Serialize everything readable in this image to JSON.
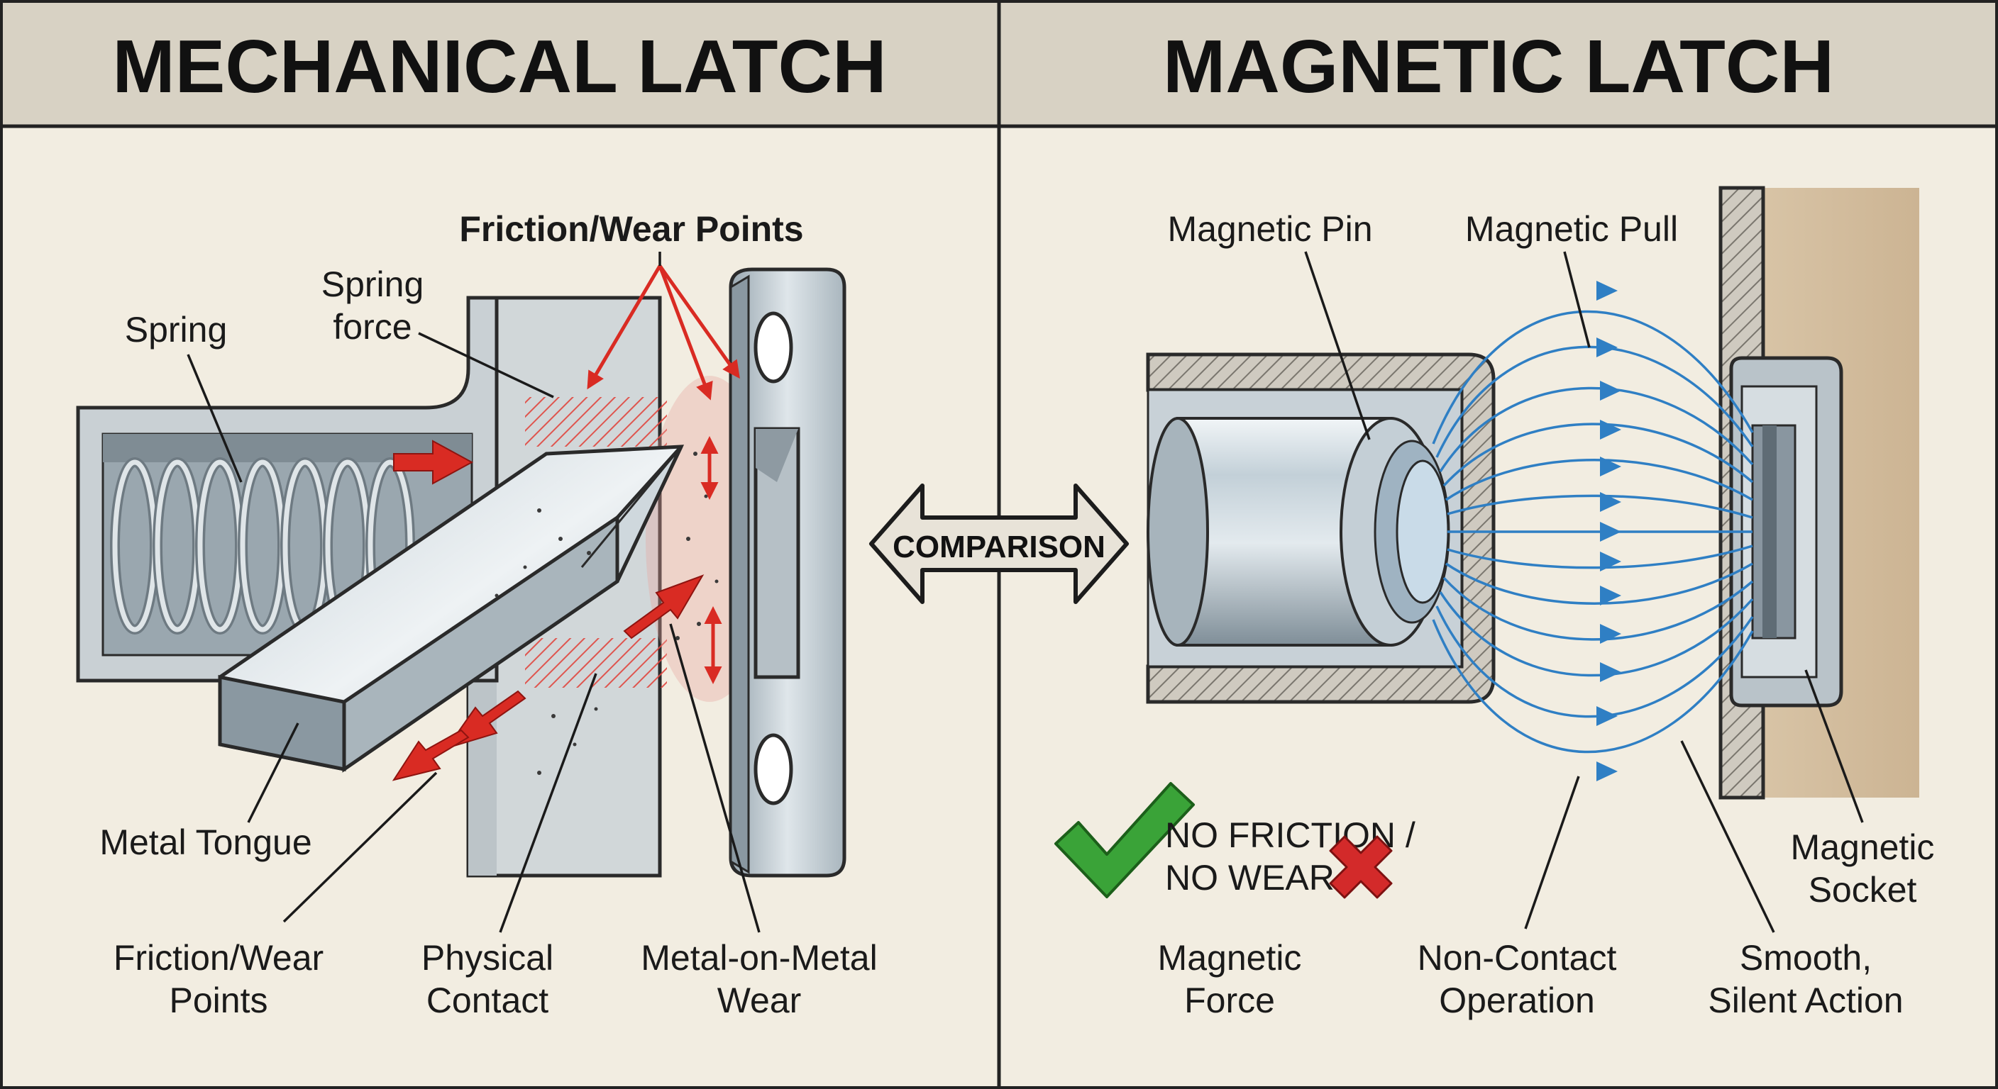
{
  "header": {
    "left_title": "MECHANICAL LATCH",
    "right_title": "MAGNETIC LATCH"
  },
  "center": {
    "comparison_label": "COMPARISON"
  },
  "mechanical": {
    "friction_wear_top": "Friction/Wear Points",
    "spring_force_line1": "Spring",
    "spring_force_line2": "force",
    "spring": "Spring",
    "metal_tongue": "Metal Tongue",
    "friction_wear_bottom_line1": "Friction/Wear",
    "friction_wear_bottom_line2": "Points",
    "physical_contact_line1": "Physical",
    "physical_contact_line2": "Contact",
    "metal_on_metal_line1": "Metal-on-Metal",
    "metal_on_metal_line2": "Wear"
  },
  "magnetic": {
    "magnetic_pin": "Magnetic Pin",
    "magnetic_pull": "Magnetic Pull",
    "no_friction_line1": "NO FRICTION /",
    "no_friction_line2": "NO WEAR",
    "magnetic_force_line1": "Magnetic",
    "magnetic_force_line2": "Force",
    "non_contact_line1": "Non-Contact",
    "non_contact_line2": "Operation",
    "smooth_line1": "Smooth,",
    "smooth_line2": "Silent Action",
    "magnetic_socket_line1": "Magnetic",
    "magnetic_socket_line2": "Socket"
  },
  "colors": {
    "friction_red": "#d92b23",
    "field_blue": "#2f7fc4",
    "check_green": "#3aa338",
    "cross_red": "#d32a2a",
    "header_bg": "#d8d2c4",
    "panel_bg": "#f2ede1"
  },
  "icons": {
    "check": "check-icon",
    "cross": "cross-icon",
    "double_arrow": "double-arrow-icon"
  }
}
